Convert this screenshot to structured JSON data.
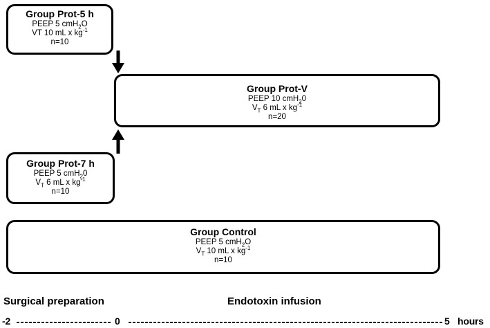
{
  "boxes": {
    "prot5": {
      "title": "Group Prot-5 h",
      "peep": "PEEP 5 cmH",
      "peep_sub": "2",
      "peep_tail": "O",
      "vt_prefix": "VT 10 mL x kg",
      "vt_sup": "-1",
      "n": "n=10"
    },
    "protv": {
      "title": "Group Prot-V",
      "peep": "PEEP 10 cmH",
      "peep_sub": "2",
      "peep_tail": "0",
      "vt_v": "V",
      "vt_sub": "T",
      "vt_rest": " 6 mL x kg",
      "vt_sup": "-1",
      "n": "n=20"
    },
    "prot7": {
      "title": "Group Prot-7 h",
      "peep": "PEEP 5 cmH",
      "peep_sub": "2",
      "peep_tail": "0",
      "vt_v": "V",
      "vt_sub": "T",
      "vt_rest": " 6 mL x kg",
      "vt_sup": "-1",
      "n": "n=10"
    },
    "control": {
      "title": "Group Control",
      "peep": "PEEP 5 cmH",
      "peep_sub": "2",
      "peep_tail": "O",
      "vt_v": "V",
      "vt_sub": "T",
      "vt_rest": " 10 mL x kg",
      "vt_sup": "-1",
      "n": "n=10"
    }
  },
  "timeline": {
    "phase_left": "Surgical preparation",
    "phase_right": "Endotoxin infusion",
    "start": "-2",
    "mid": "0",
    "end": "5",
    "unit": "hours"
  }
}
